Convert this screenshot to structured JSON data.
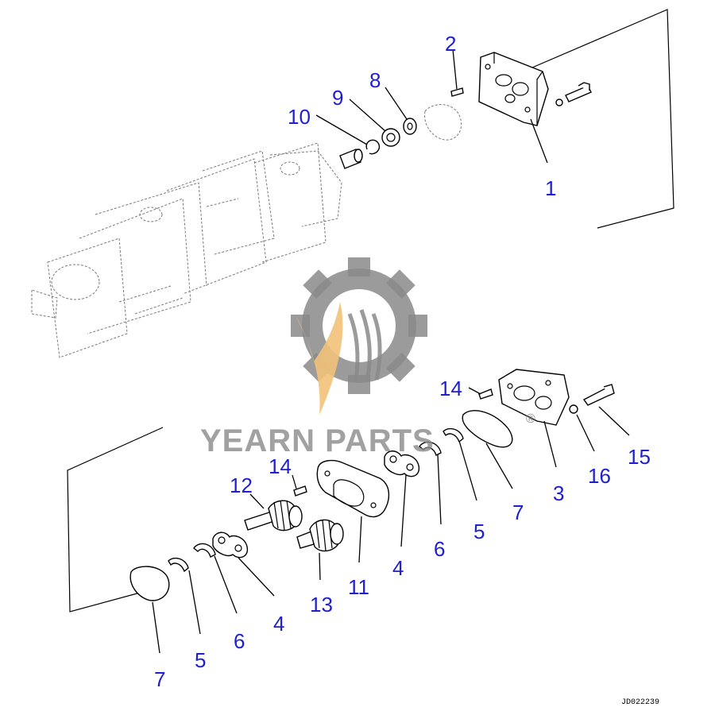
{
  "diagram": {
    "callouts": [
      "2",
      "8",
      "9",
      "10",
      "1",
      "14",
      "15",
      "16",
      "3",
      "7",
      "5",
      "6",
      "4",
      "11",
      "12",
      "13",
      "14",
      "4",
      "6",
      "5",
      "7"
    ],
    "watermark": {
      "text": "YEARN PARTS",
      "mark": "®",
      "colors": {
        "gear": "#8a8a8a",
        "leaf": "#f2c27a",
        "text": "#8a8a8a"
      }
    },
    "reference_code": "JD022239",
    "colors": {
      "callout": "#1f1fcf",
      "line": "#000000"
    }
  }
}
